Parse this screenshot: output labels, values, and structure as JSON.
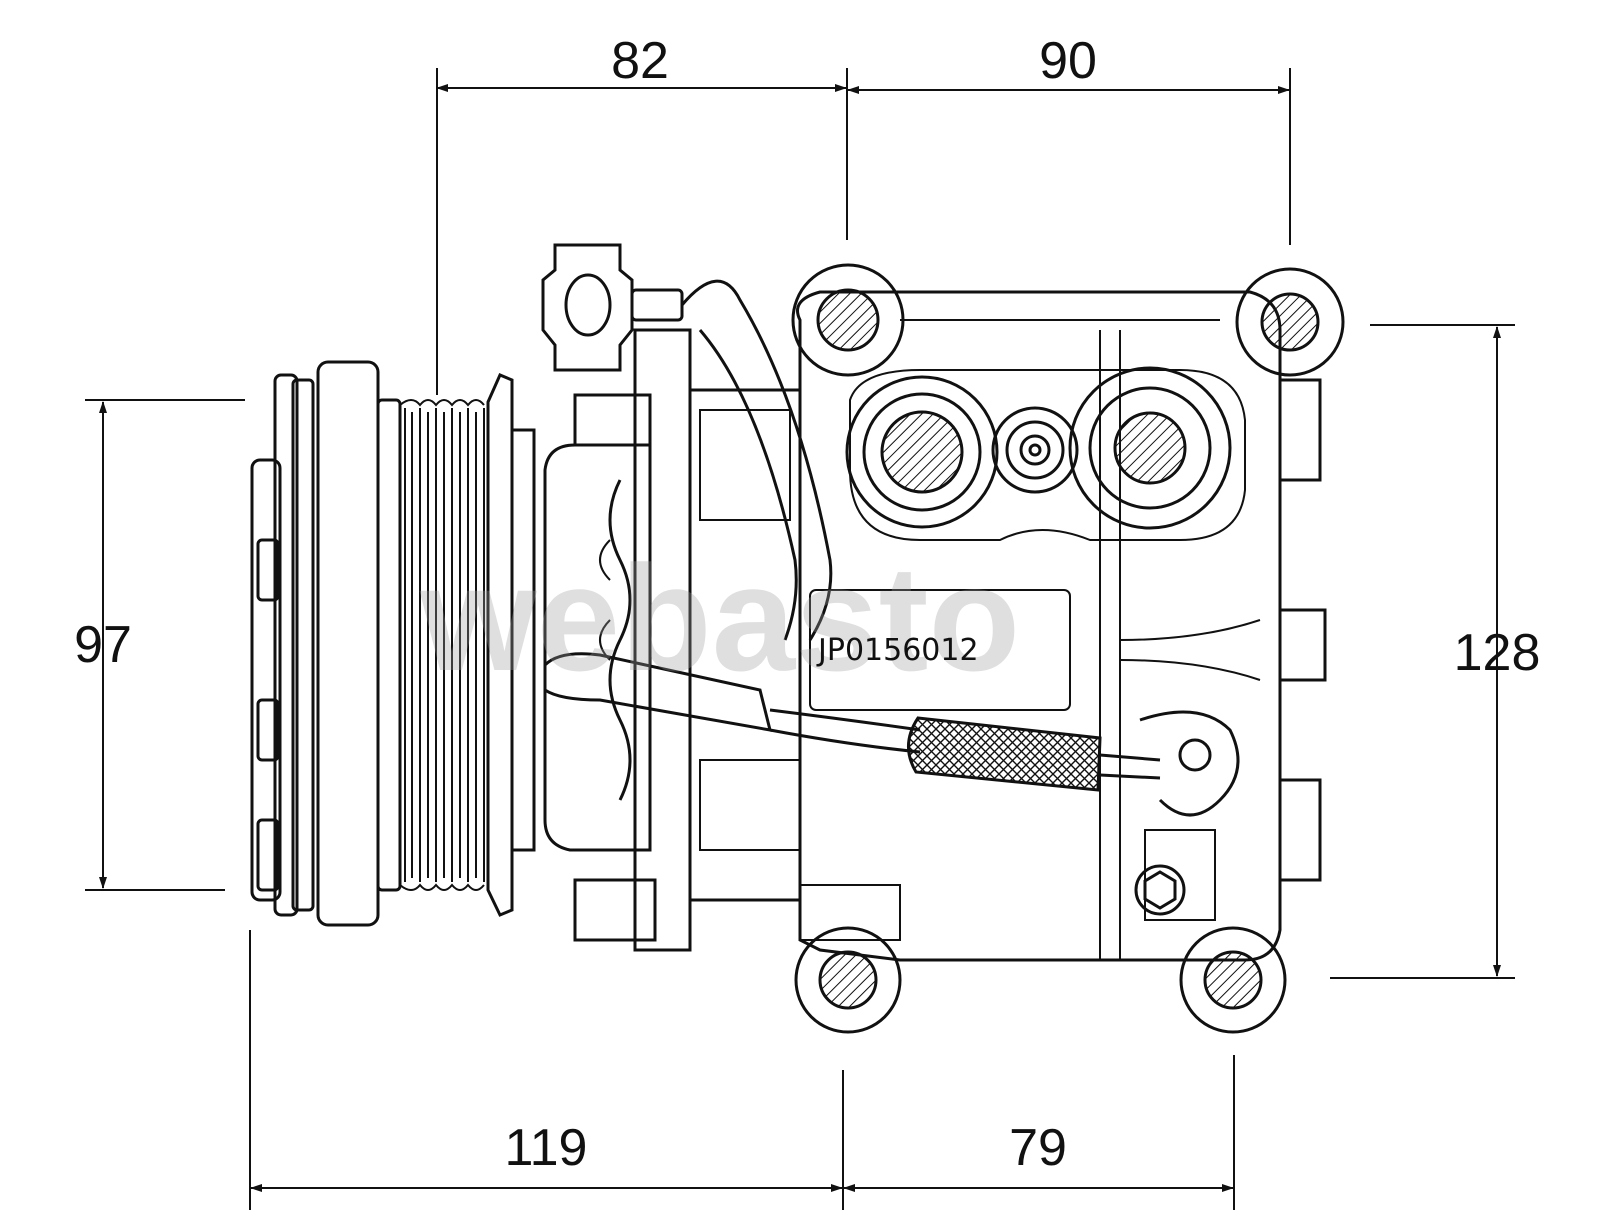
{
  "dimensions": {
    "top_left": "82",
    "top_right": "90",
    "left": "97",
    "right": "128",
    "bottom_left": "119",
    "bottom_right": "79"
  },
  "part_number": "JP0156012",
  "watermark": "webasto",
  "colors": {
    "line": "#111111",
    "background": "#ffffff",
    "watermark": "#9e9e9e"
  }
}
